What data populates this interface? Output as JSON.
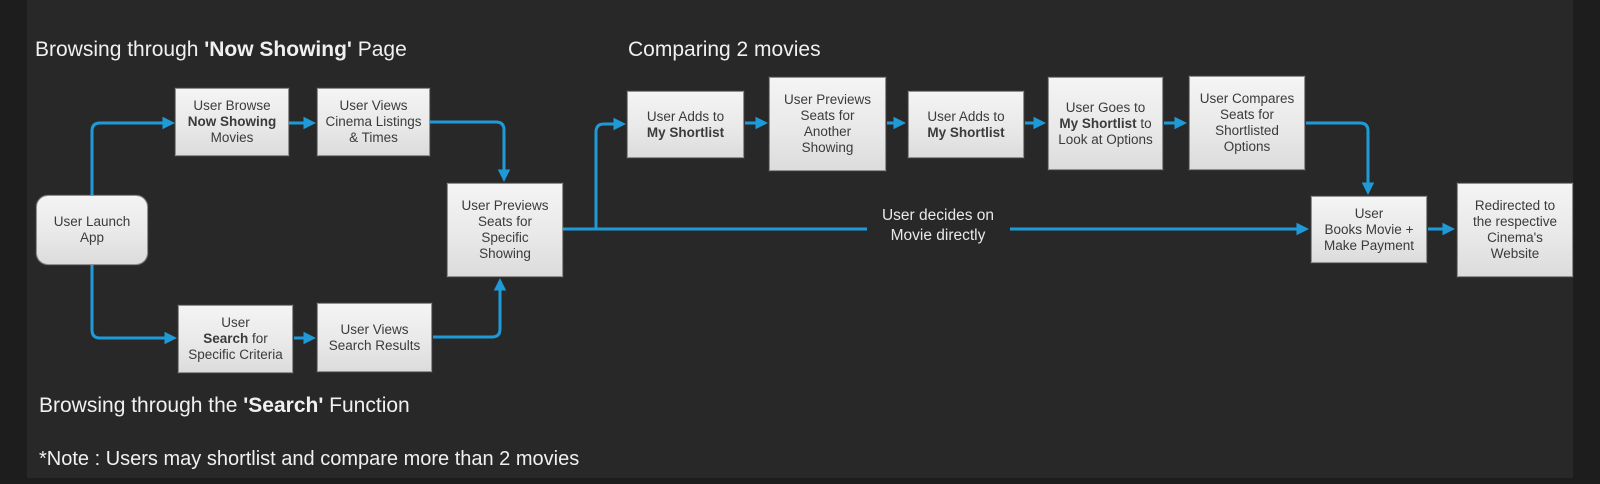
{
  "headings": {
    "now_showing": {
      "pre": "Browsing through ",
      "bold": "'Now Showing'",
      "post": " Page"
    },
    "comparing": {
      "text": "Comparing 2 movies"
    },
    "search_fn": {
      "pre": "Browsing through the ",
      "bold": "'Search'",
      "post": " Function"
    },
    "note": {
      "text": "*Note : Users may shortlist and compare more than 2 movies"
    }
  },
  "nodes": {
    "launch": {
      "l1": "User Launch",
      "l2": "App"
    },
    "browse": {
      "l1": "User Browse",
      "l2_bold": "Now Showing",
      "l3": "Movies"
    },
    "listings": {
      "l1": "User Views",
      "l2": "Cinema Listings",
      "l3": "& Times"
    },
    "preview_specific": {
      "l1": "User Previews",
      "l2": "Seats for",
      "l3": "Specific",
      "l4": "Showing"
    },
    "search": {
      "l1": "User",
      "l2_bold": "Search",
      "l2_rest": " for",
      "l3": "Specific Criteria"
    },
    "results": {
      "l1": "User Views",
      "l2": "Search Results"
    },
    "shortlist_a": {
      "l1": "User Adds to",
      "l2_bold": "My Shortlist"
    },
    "preview_another": {
      "l1": "User Previews",
      "l2": "Seats for",
      "l3": "Another",
      "l4": "Showing"
    },
    "shortlist_b": {
      "l1": "User Adds to",
      "l2_bold": "My Shortlist"
    },
    "goes_shortlist": {
      "l1": "User Goes to",
      "l2_bold": "My Shortlist",
      "l2_rest": " to",
      "l3": "Look at Options"
    },
    "compares": {
      "l1": "User Compares",
      "l2": "Seats for",
      "l3": "Shortlisted",
      "l4": "Options"
    },
    "books": {
      "l1": "User",
      "l2": "Books Movie +",
      "l3": "Make Payment"
    },
    "redirect": {
      "l1": "Redirected to",
      "l2": "the respective",
      "l3": "Cinema's",
      "l4": "Website"
    }
  },
  "labels": {
    "decides": {
      "l1": "User decides on",
      "l2": "Movie directly"
    }
  },
  "colors": {
    "background": "#282828",
    "margin": "#1d1d1d",
    "arrow": "#1e9bd7",
    "node_fill": "#ececec",
    "node_border": "#8f8f8f",
    "node_text": "#3b3b3b",
    "heading_text": "#f0f0f0"
  }
}
